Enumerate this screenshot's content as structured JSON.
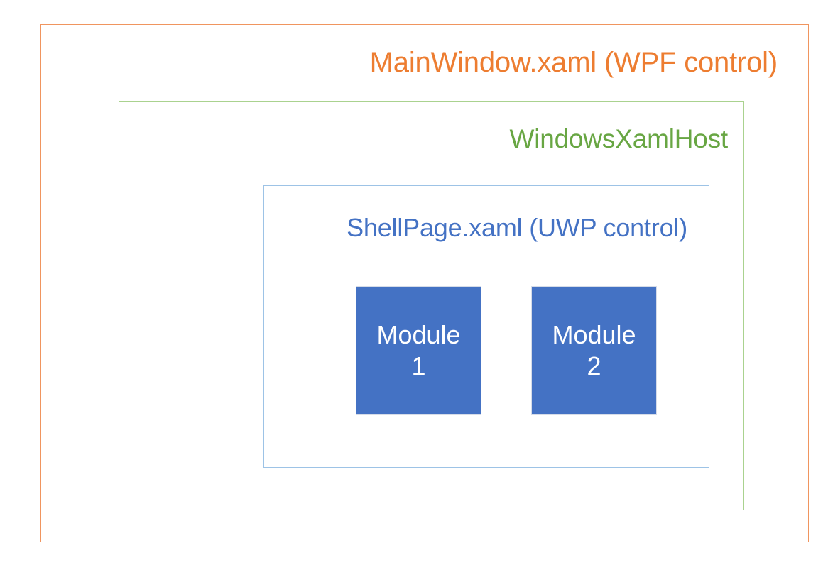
{
  "diagram": {
    "type": "nested-containment-diagram",
    "background_color": "#FFFFFF",
    "layers": [
      {
        "id": "mainwindow",
        "caption": "MainWindow.xaml (WPF control)",
        "text_color": "#ED7D31",
        "border_color": "#F0955F",
        "depth": 0
      },
      {
        "id": "windowsxamlhost",
        "caption": "WindowsXamlHost",
        "text_color": "#68A643",
        "border_color": "#AAD28F",
        "depth": 1
      },
      {
        "id": "shellpage",
        "caption": "ShellPage.xaml (UWP control)",
        "text_color": "#4472C4",
        "border_color": "#9DC3E6",
        "depth": 2
      }
    ],
    "modules": [
      {
        "id": "module-1",
        "line_1": "Module",
        "line_2": "1",
        "fill_color": "#4472C4",
        "text_color": "#FFFFFF",
        "border_color": "#D6DCE8"
      },
      {
        "id": "module-2",
        "line_1": "Module",
        "line_2": "2",
        "fill_color": "#4472C4",
        "text_color": "#FFFFFF",
        "border_color": "#D6DCE8"
      }
    ]
  }
}
